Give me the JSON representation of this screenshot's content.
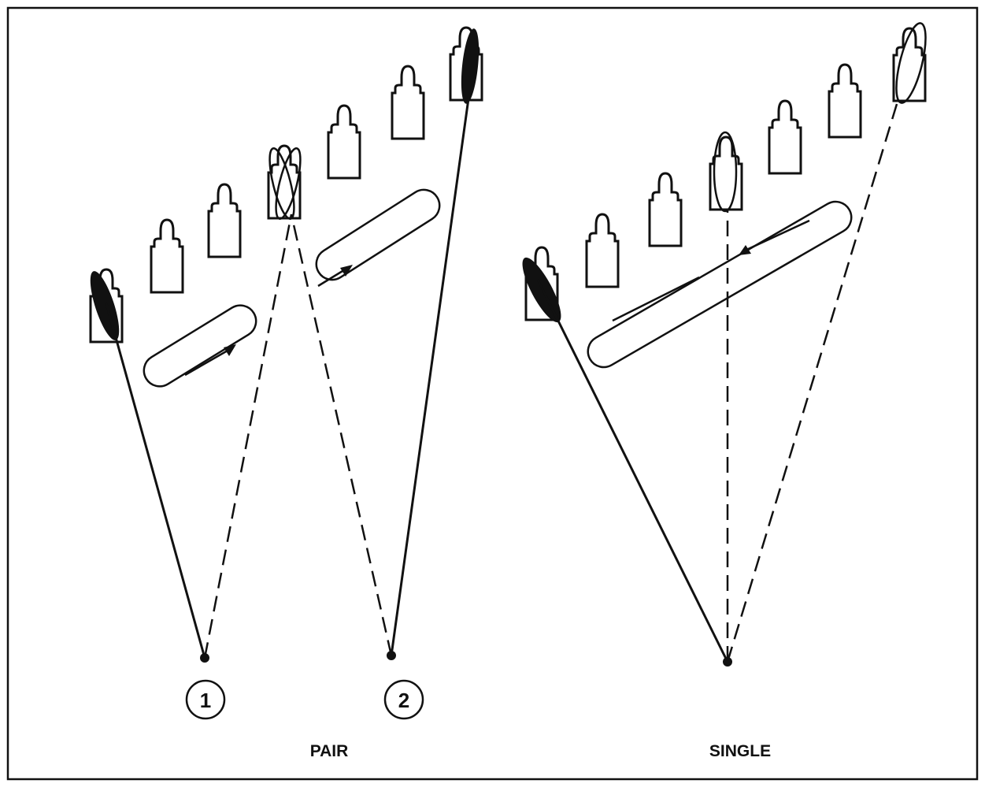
{
  "diagram": {
    "left_panel": {
      "caption": "PAIR",
      "shooters": [
        {
          "number": "1"
        },
        {
          "number": "2"
        }
      ]
    },
    "right_panel": {
      "caption": "SINGLE"
    }
  },
  "colors": {
    "ink": "#111111",
    "background": "#ffffff"
  },
  "icons": {
    "target": "silhouette-target-icon",
    "shooter": "shooter-position-icon",
    "direction": "movement-arrow-icon"
  }
}
